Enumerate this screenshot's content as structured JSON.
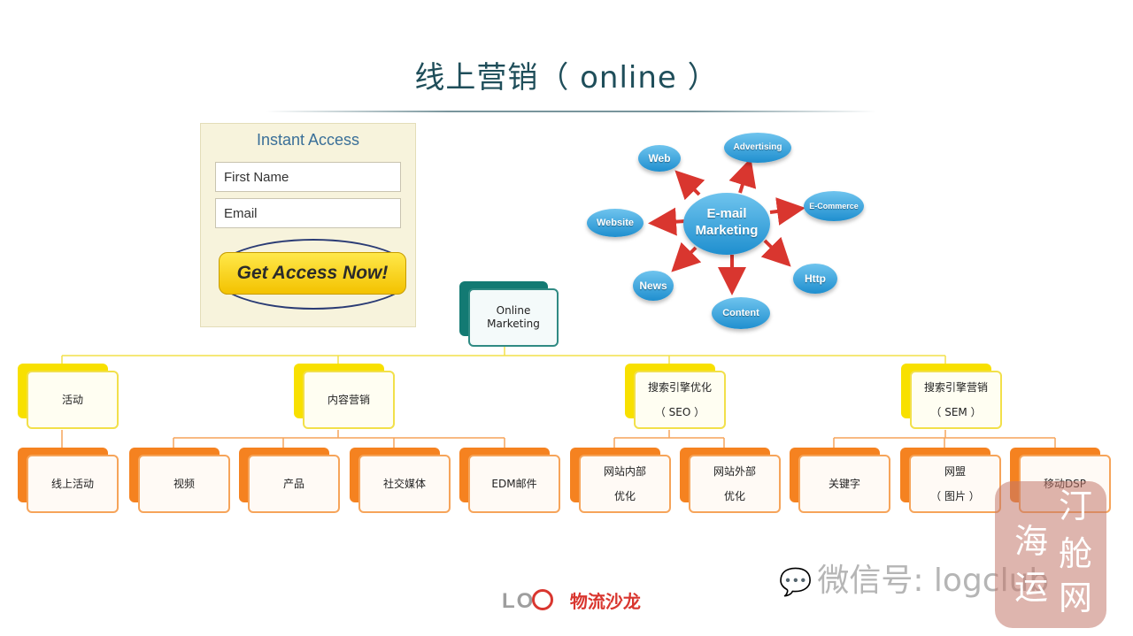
{
  "title": "线上营销（ online ）",
  "form": {
    "title": "Instant Access",
    "first_name_placeholder": "First Name",
    "email_placeholder": "Email",
    "button": "Get Access Now!"
  },
  "cloud_diagram": {
    "center": "E-mail Marketing",
    "spokes": [
      "Web",
      "Advertising",
      "E-Commerce",
      "Http",
      "Content",
      "News",
      "Website"
    ]
  },
  "org_chart": {
    "root": "Online Marketing",
    "level1": [
      {
        "label": "活动",
        "children": [
          "线上活动"
        ]
      },
      {
        "label": "内容营销",
        "children": [
          "视频",
          "产品",
          "社交媒体",
          "EDM邮件"
        ]
      },
      {
        "label": "搜索引擎优化\n（ SEO ）",
        "children": [
          "网站内部\n优化",
          "网站外部\n优化"
        ]
      },
      {
        "label": "搜索引擎营销\n（ SEM ）",
        "children": [
          "关键字",
          "网盟\n（ 图片 ）",
          "移动DSP"
        ]
      }
    ]
  },
  "watermark": {
    "wechat": "微信号: logclub",
    "seal_chars": [
      "汀",
      "海",
      "舱",
      "运",
      "网"
    ],
    "logo_text": "LOG",
    "logo_cn": "物流沙龙"
  },
  "colors": {
    "title": "#1f4e5a",
    "teal": "#137a73",
    "yellow": "#f8e000",
    "orange": "#f58220",
    "cloud": "#2a9bd6"
  }
}
